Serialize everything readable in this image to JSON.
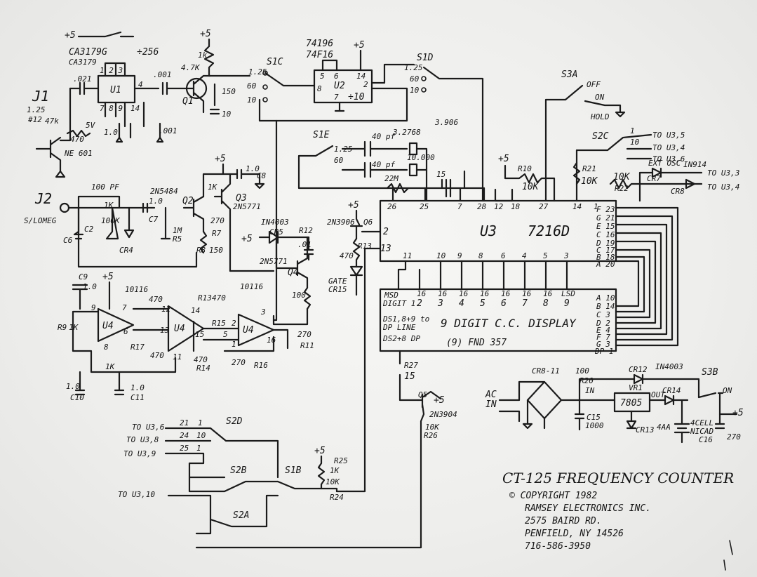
{
  "labels": {
    "j1": "J1",
    "j1_spec_a": "1.25",
    "j1_spec_b": "#12",
    "j2": "J2",
    "j2_spec": "S/LOMEG",
    "ca3179": "CA3179G",
    "ca3179_sub": "CA3179",
    "div256": "÷256",
    "plus5_u1": "+5",
    "u1": "U1",
    "u1_pins_top": "1 2 3",
    "u1_pins_bot": "7 8 9",
    "u1_pin4": "4",
    "u1_pin14": "14",
    "cap_021": ".021",
    "r_47k": "47k",
    "r_470": "470",
    "v_5v": "5V",
    "ne_601": "NE 601",
    "c_001a": ".001",
    "c_001b": ".001",
    "r_47k_q1": "4.7K",
    "q1": "Q1",
    "r_1k_top": "1k",
    "r_150": "150",
    "c_10a": "10",
    "plus5_q1": "+5",
    "s1c": "S1C",
    "s1c_125": "1.25",
    "s1c_60": "60",
    "s1c_10": "10",
    "u2_top": "74196",
    "u2_sub": "74F16",
    "u2": "U2",
    "u2_div": "÷10",
    "u2_p5": "5",
    "u2_p6": "6",
    "u2_p14": "14",
    "u2_p8": "8",
    "u2_p2": "2",
    "u2_p7": "7",
    "plus5_u2": "+5",
    "s1d": "S1D",
    "s1d_125": "1.25",
    "s1d_60": "60",
    "s1d_10": "10",
    "s3a": "S3A",
    "s3a_off": "OFF",
    "s3a_on": "ON",
    "s3a_hold": "HOLD",
    "s1e": "S1E",
    "s1e_125": "1.25",
    "s1e_60": "60",
    "xtal_a": "3.2768",
    "xtal_b": "10.000",
    "xtal_top": "3.906",
    "c_40pf_a": "40 pf",
    "c_40pf_b": "40 pf",
    "r_22m": "22M",
    "c_15": "15",
    "s2c": "S2C",
    "s2c_1": "1",
    "s2c_10": "10",
    "s2c_to_u35": "TO U3,5",
    "s2c_to_u34": "TO U3,4",
    "s2c_to_u36": "TO U3,6",
    "plus5_u3": "+5",
    "r_10k_a": "10K",
    "r10": "R10",
    "r_10k_b": "10K",
    "r21": "R21",
    "r_10k_c": "10K",
    "r22": "R22",
    "in914": "IN914",
    "to_u33": "TO U3,3",
    "to_u34b": "TO U3,4",
    "ext_osc": "EXT OSC",
    "cr7": "CR7",
    "cr8": "CR8",
    "u3": "U3",
    "u3_part": "7216D",
    "u3_p26": "26",
    "u3_p25": "25",
    "u3_p7": "7",
    "u3_p28": "28",
    "u3_p12": "12",
    "u3_p18": "18",
    "u3_p27": "27",
    "u3_p14": "14",
    "u3_p2": "2",
    "u3_p13": "13",
    "u3_p1": "1",
    "u3_segs": [
      "F 23",
      "G 21",
      "E 15",
      "C 16",
      "D 19",
      "C 17",
      "B 18",
      "A 20"
    ],
    "u3_bottom_pins": [
      "11",
      "10",
      "9",
      "8",
      "6",
      "4",
      "5",
      "3"
    ],
    "c_100pf": "100 PF",
    "r_1m": "1M",
    "r_1k_j2": "1K",
    "r_100k": "100K",
    "c_c2": "C2",
    "c_c6": "C6",
    "cr4": "CR4",
    "c_10_c7": "1.0",
    "c7": "C7",
    "r_1m_r5": "1M",
    "r5": "R5",
    "q2_part": "2N5484",
    "q2": "Q2",
    "r_1k_q2": "1K",
    "q3": "Q3",
    "q3_part": "2N5771",
    "r_270": "270",
    "r7": "R7",
    "r_150b": "150",
    "r8": "R8",
    "c8": "C8",
    "c_10b": "1.0",
    "plus5_q3": "+5",
    "cr5_part": "IN4003",
    "cr5": "CR5",
    "plus5_cr5": "+5",
    "r12": "R12",
    "c_01": ".01",
    "q4_part": "2N5771",
    "q4": "Q4",
    "r_100": "100",
    "q6_part": "2N3906",
    "q6": "Q6",
    "plus5_q6": "+5",
    "r_470b": "470",
    "r13": "R13",
    "cr15": "CR15",
    "gate": "GATE",
    "ic_10116": "10116",
    "ic_10116b": "10116",
    "u4a": "U4",
    "u4b": "U4",
    "u4c": "U4",
    "u4_p9": "9",
    "u4_p7": "7",
    "u4_p6": "6",
    "u4_p8": "8",
    "u4_p13": "13",
    "u4_p12": "12",
    "u4_p14": "14",
    "u4_p15": "15",
    "u4_p11": "11",
    "u4_p3": "3",
    "u4_p2": "2",
    "u4_p1": "1",
    "u4_p5": "5",
    "u4_p16": "16",
    "c_10c": "1.0",
    "c9": "C9",
    "plus5_u4": "+5",
    "r_470c": "470",
    "r_470d": "470",
    "r_470e": "470",
    "r_470f": "470",
    "r_1k_r9": "1K",
    "r9": "R9",
    "r_1k_rf": "1K",
    "r_270b": "270",
    "r11": "R11",
    "r_270c": "270",
    "r16": "R16",
    "r15": "R15",
    "r13b": "R13",
    "r14": "R14",
    "r17": "R17",
    "c10": "C10",
    "c11": "C11",
    "c_10d": "1.0",
    "c_10e": "1.0",
    "msd": "MSD",
    "digit1": "DIGIT 1",
    "digit_nums": [
      "2",
      "3",
      "4",
      "5",
      "6",
      "7",
      "8",
      "9"
    ],
    "digit_pins": [
      "16",
      "16",
      "16",
      "16",
      "16",
      "16",
      "16",
      "LSD"
    ],
    "display_title": "9 DIGIT C.C. DISPLAY",
    "ds_line1": "DS1,8+9 to",
    "ds_line2": "DP LINE",
    "ds_line3": "DS2+8 DP",
    "fnd": "(9) FND 357",
    "disp_segs": [
      "A 10",
      "B 14",
      "C 3",
      "D 2",
      "E 4",
      "F 7",
      "G 3",
      "DP 1"
    ],
    "r27": "R27",
    "r_15": "15",
    "q5": "Q5",
    "q5_part": "2N3904",
    "plus5_q5": "+5",
    "r_10k_r26": "10K",
    "r26": "R26",
    "ac_in_a": "AC",
    "ac_in_b": "IN",
    "cr8_11": "CR8-11",
    "r_100b": "100",
    "r20": "R20",
    "cr12": "CR12",
    "in4003b": "IN4003",
    "vr1": "VR1",
    "vr1_part": "7805",
    "vr_in": "IN",
    "vr_out": "OUT",
    "cr14": "CR14",
    "c15": "C15",
    "c_1000": "1000",
    "cr13": "CR13",
    "batt": "4AA",
    "batt2": "4CELL",
    "nicad": "NICAD",
    "c16": "C16",
    "c_270": "270",
    "s3b": "S3B",
    "s3b_on": "ON",
    "out_plus5": "+5",
    "to_u36": "TO U3,6",
    "to_u38": "TO U3,8",
    "to_u39": "TO U3,9",
    "to_u310": "TO U3,10",
    "s2d": "S2D",
    "s2b": "S2B",
    "s2a": "S2A",
    "s1b": "S1B",
    "plus5_s1b": "+5",
    "r25": "R25",
    "r_1k_r25": "1K",
    "r_10k_r24": "10K",
    "r24": "R24",
    "s2d_pins": [
      "21",
      "1",
      "24",
      "10",
      "25",
      "1"
    ],
    "title": "CT-125 FREQUENCY COUNTER",
    "copyright": "© COPYRIGHT 1982",
    "company": "RAMSEY ELECTRONICS INC.",
    "address1": "2575 BAIRD RD.",
    "address2": "PENFIELD, NY 14526",
    "phone": "716-586-3950"
  }
}
